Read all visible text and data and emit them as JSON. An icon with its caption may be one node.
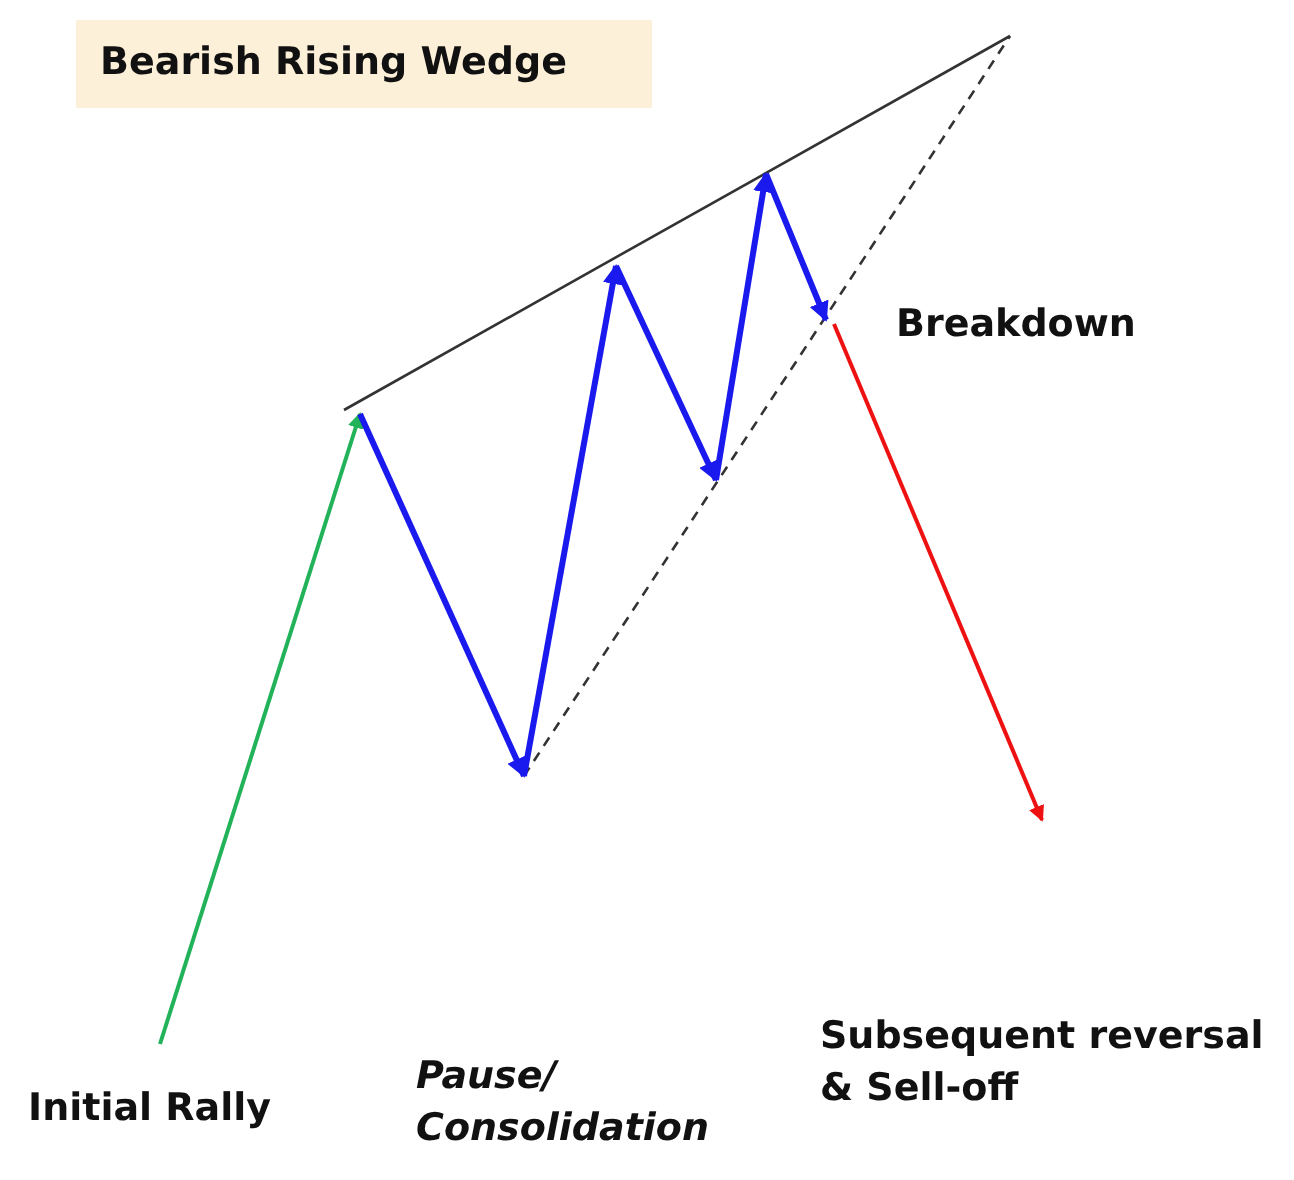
{
  "diagram": {
    "title": "Bearish Rising Wedge",
    "labels": [
      "Breakdown",
      "Initial Rally",
      "Pause/ Consolidation",
      "Subsequent reversal & Sell-off"
    ]
  }
}
